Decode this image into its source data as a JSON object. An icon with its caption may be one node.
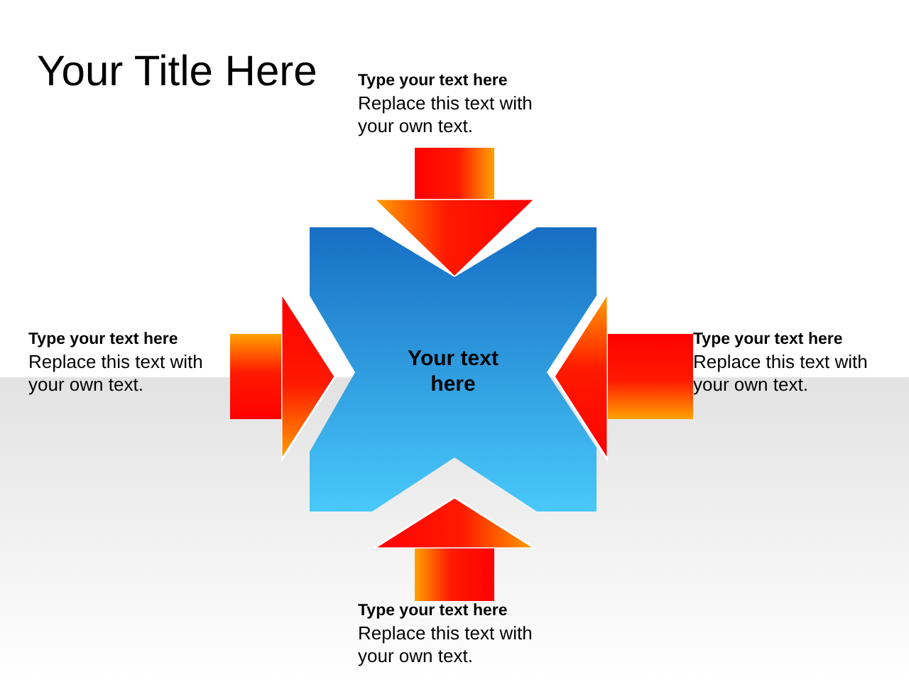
{
  "diagram": {
    "title": "Your Title Here",
    "nodes": [
      {
        "text": [
          "Type your text here",
          "Replace this text with your own text."
        ]
      },
      {
        "text": [
          "Type your text here",
          "Replace this text with your own text."
        ]
      },
      {
        "text": [
          "Your text here"
        ]
      },
      {
        "text": [
          "Type your text here",
          "Replace this text with your own text."
        ]
      },
      {
        "text": [
          "Type your text here",
          "Replace this text with your own text."
        ]
      }
    ],
    "edges": [
      {
        "from": 0,
        "to": 2,
        "arrow": "to",
        "style": "thick"
      },
      {
        "from": 1,
        "to": 2,
        "arrow": "to",
        "style": "thick"
      },
      {
        "from": 3,
        "to": 2,
        "arrow": "to",
        "style": "thick"
      },
      {
        "from": 4,
        "to": 2,
        "arrow": "to",
        "style": "thick"
      }
    ]
  }
}
